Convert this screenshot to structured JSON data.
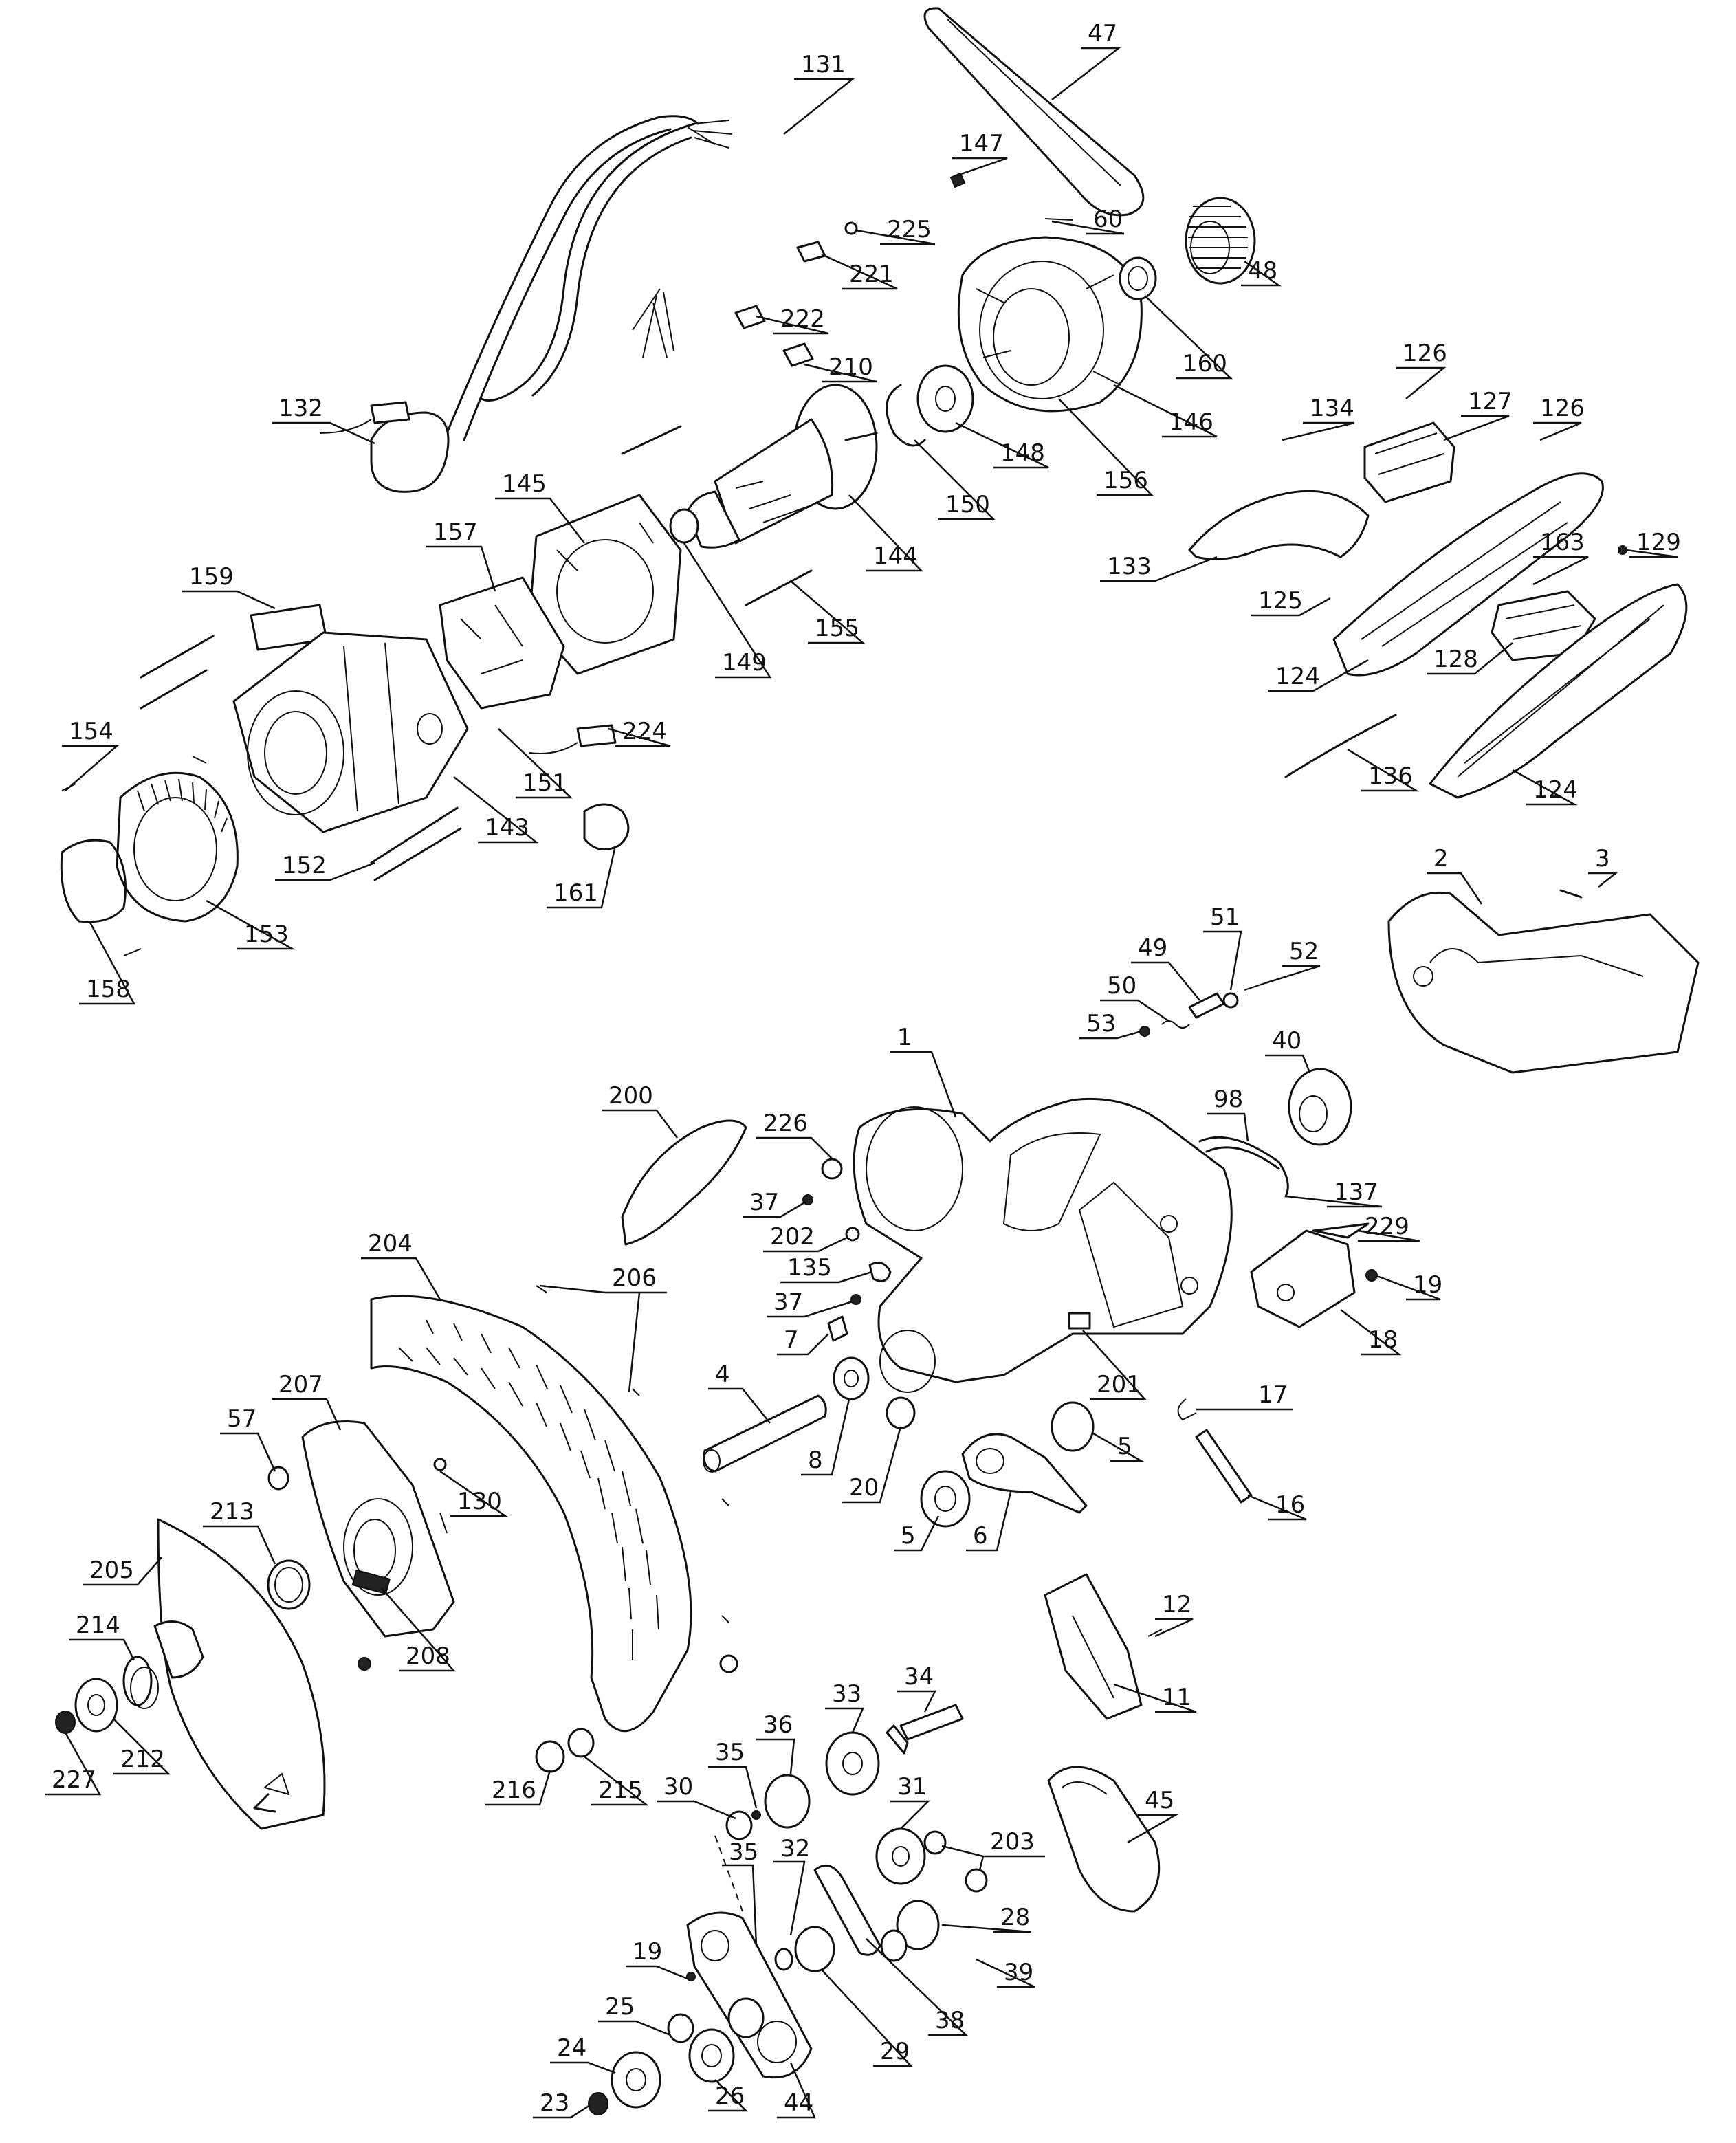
{
  "diagram": {
    "callouts": [
      "1",
      "2",
      "3",
      "4",
      "5",
      "5",
      "6",
      "7",
      "8",
      "11",
      "12",
      "16",
      "17",
      "18",
      "19",
      "19",
      "20",
      "23",
      "24",
      "25",
      "26",
      "28",
      "29",
      "30",
      "31",
      "32",
      "33",
      "34",
      "35",
      "35",
      "36",
      "37",
      "37",
      "38",
      "39",
      "40",
      "44",
      "45",
      "47",
      "48",
      "49",
      "50",
      "51",
      "52",
      "53",
      "57",
      "60",
      "98",
      "124",
      "124",
      "125",
      "126",
      "126",
      "127",
      "128",
      "129",
      "130",
      "131",
      "132",
      "133",
      "134",
      "135",
      "136",
      "137",
      "143",
      "144",
      "145",
      "146",
      "147",
      "148",
      "149",
      "150",
      "151",
      "152",
      "153",
      "154",
      "155",
      "156",
      "157",
      "158",
      "159",
      "160",
      "161",
      "163",
      "200",
      "201",
      "202",
      "203",
      "204",
      "205",
      "206",
      "207",
      "208",
      "210",
      "212",
      "213",
      "214",
      "215",
      "216",
      "221",
      "222",
      "224",
      "225",
      "226",
      "227",
      "229"
    ]
  }
}
